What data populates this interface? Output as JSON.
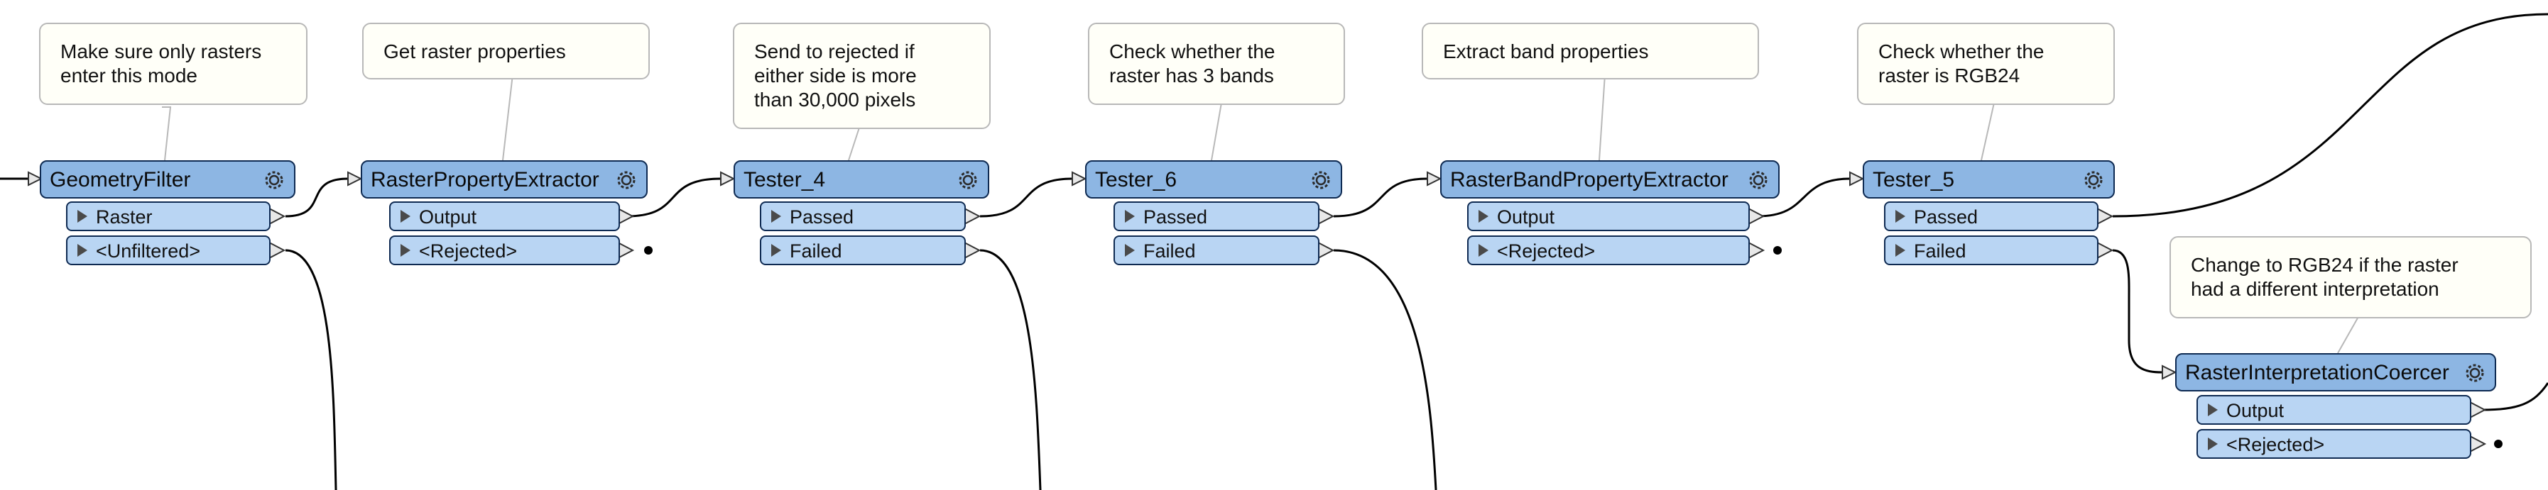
{
  "transformers": [
    {
      "id": "gf",
      "name": "GeometryFilter",
      "ports": [
        "Raster",
        "<Unfiltered>"
      ]
    },
    {
      "id": "rpe",
      "name": "RasterPropertyExtractor",
      "ports": [
        "Output",
        "<Rejected>"
      ]
    },
    {
      "id": "t4",
      "name": "Tester_4",
      "ports": [
        "Passed",
        "Failed"
      ]
    },
    {
      "id": "t6",
      "name": "Tester_6",
      "ports": [
        "Passed",
        "Failed"
      ]
    },
    {
      "id": "rbpe",
      "name": "RasterBandPropertyExtractor",
      "ports": [
        "Output",
        "<Rejected>"
      ]
    },
    {
      "id": "t5",
      "name": "Tester_5",
      "ports": [
        "Passed",
        "Failed"
      ]
    },
    {
      "id": "ric",
      "name": "RasterInterpretationCoercer",
      "ports": [
        "Output",
        "<Rejected>"
      ]
    }
  ],
  "annotations": [
    {
      "id": "a1",
      "lines": [
        "Make sure only rasters",
        "enter this mode"
      ]
    },
    {
      "id": "a2",
      "lines": [
        "Get raster properties"
      ]
    },
    {
      "id": "a3",
      "lines": [
        "Send to rejected if",
        "either side is more",
        "than 30,000 pixels"
      ]
    },
    {
      "id": "a4",
      "lines": [
        "Check whether the",
        "raster has 3 bands"
      ]
    },
    {
      "id": "a5",
      "lines": [
        "Extract band properties"
      ]
    },
    {
      "id": "a6",
      "lines": [
        "Check whether the",
        "raster is RGB24"
      ]
    },
    {
      "id": "a7",
      "lines": [
        "Change to RGB24 if the raster",
        "had a different interpretation"
      ]
    }
  ],
  "colors": {
    "node_header": "#8db6e3",
    "node_port": "#b9d5f3",
    "node_border": "#0e2a52",
    "note_bg": "#fffff8",
    "note_border": "#b8b8b8",
    "wire": "#000000"
  },
  "icons": {
    "settings": "gear-icon",
    "port_expand": "triangle-right-icon",
    "port_out": "output-port-icon"
  }
}
